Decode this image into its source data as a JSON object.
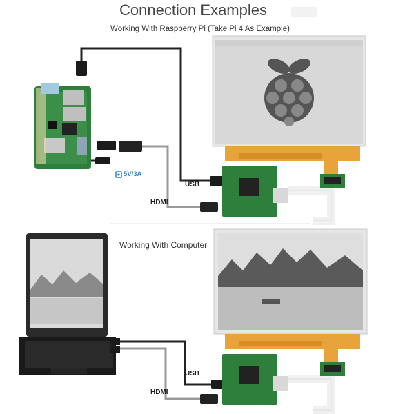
{
  "header": {
    "title": "Connection Examples",
    "subtitle": "Working With Raspberry Pi (Take Pi 4 As Example)"
  },
  "pi_section": {
    "power_label": "5V/3A",
    "usb_label": "USB",
    "hdmi_label": "HDMI"
  },
  "computer_section": {
    "label": "Working With Computer",
    "usb_label": "USB",
    "hdmi_label": "HDMI"
  },
  "colors": {
    "pcb_green": "#2f7f3c",
    "fpc_orange": "#e8a43a",
    "screen_gray": "#dcdcdc",
    "cable_dark": "#222222",
    "cable_gray": "#9a9a9a",
    "power_blue": "#2a7fc4"
  }
}
